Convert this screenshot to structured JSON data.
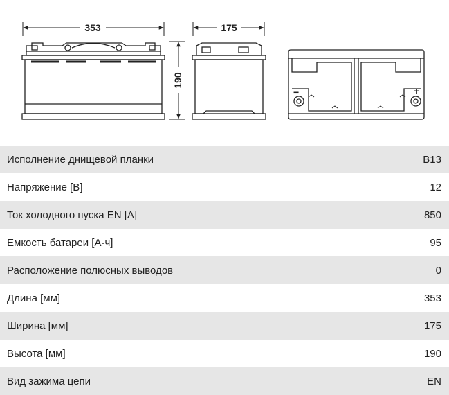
{
  "drawing": {
    "dim_length": "353",
    "dim_width": "175",
    "dim_height": "190",
    "terminal_neg": "−",
    "terminal_pos": "+"
  },
  "specs": [
    {
      "label": "Исполнение днищевой планки",
      "value": "B13"
    },
    {
      "label": "Напряжение [В]",
      "value": "12"
    },
    {
      "label": "Ток холодного пуска EN [А]",
      "value": "850"
    },
    {
      "label": "Емкость батареи [А·ч]",
      "value": "95"
    },
    {
      "label": "Расположение полюсных выводов",
      "value": "0"
    },
    {
      "label": "Длина [мм]",
      "value": "353"
    },
    {
      "label": "Ширина [мм]",
      "value": "175"
    },
    {
      "label": "Высота [мм]",
      "value": "190"
    },
    {
      "label": "Вид зажима цепи",
      "value": "EN"
    }
  ]
}
